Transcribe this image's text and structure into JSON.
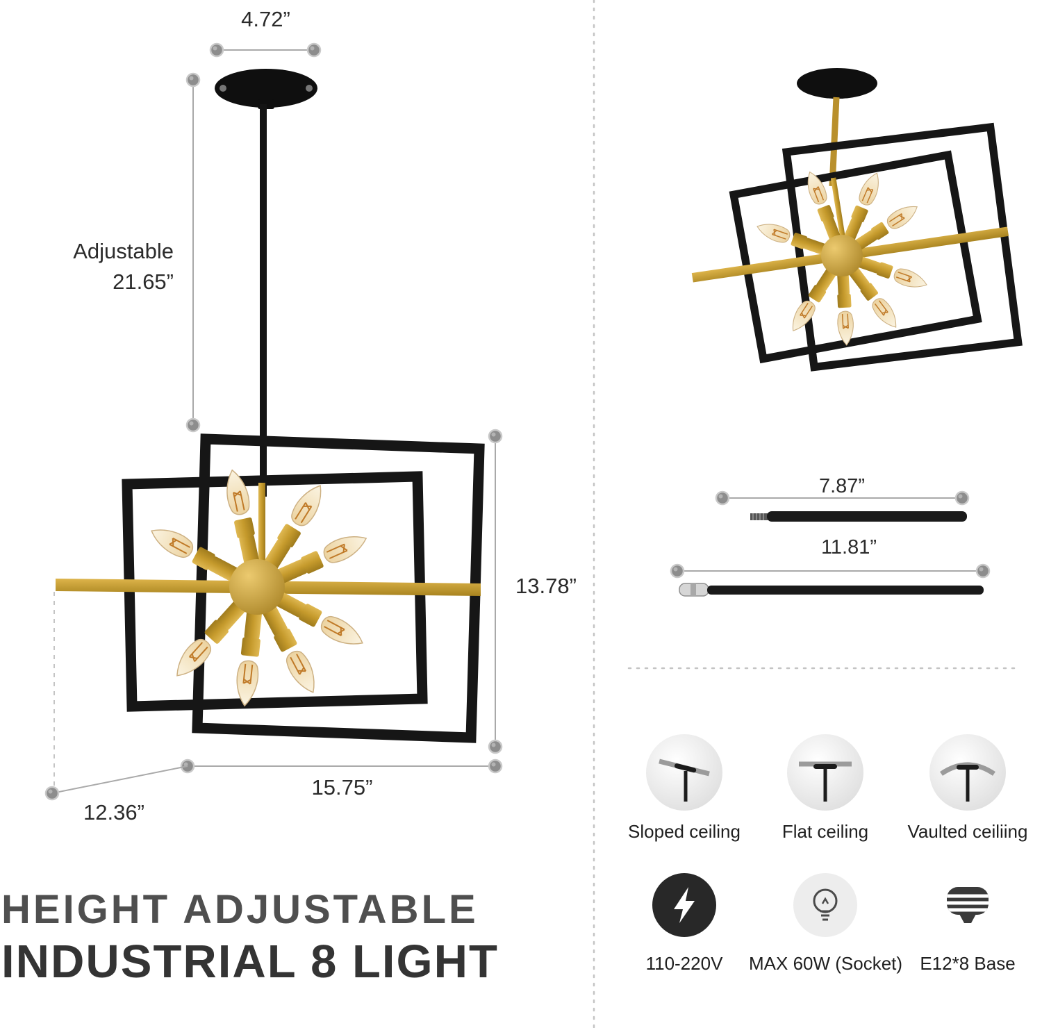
{
  "colors": {
    "gold": "#c59a2c",
    "frame_black": "#161616",
    "dim_line_gray": "#a9a9a9",
    "headline_gray": "#4f4f4f",
    "headline_dark": "#343434"
  },
  "front_view": {
    "canopy_width": "4.72”",
    "adjustable_label": "Adjustable",
    "adjustable_height": "21.65”",
    "fixture_height": "13.78”",
    "fixture_width": "15.75”",
    "fixture_depth": "12.36”"
  },
  "headline": {
    "line1": "HEIGHT ADJUSTABLE",
    "line2": "INDUSTRIAL 8 LIGHT"
  },
  "rods": {
    "short_rod": "7.87”",
    "long_rod": "11.81”"
  },
  "mount_options": [
    {
      "label": "Sloped ceiling"
    },
    {
      "label": "Flat ceiling"
    },
    {
      "label": "Vaulted ceiliing"
    }
  ],
  "specs": [
    {
      "label": "110-220V"
    },
    {
      "label": "MAX 60W (Socket)"
    },
    {
      "label": "E12*8 Base"
    }
  ]
}
